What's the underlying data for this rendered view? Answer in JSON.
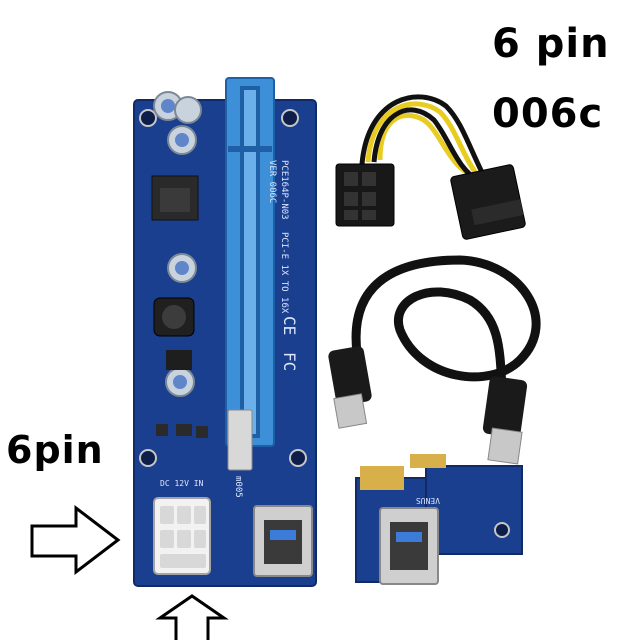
{
  "labels": {
    "top_right_line1": "6 pin",
    "top_right_line2": "006c",
    "left": "6pin"
  },
  "board": {
    "model": "PCE164P-N03",
    "version": "VER 006C",
    "desc": "PCI-E 1X TO 16X",
    "power_label": "DC 12V IN",
    "c1": "CE",
    "c2": "FC",
    "usb3_text": "m005"
  },
  "adapter": {
    "brand": "VENUS"
  },
  "colors": {
    "pcb": "#1b3f8f",
    "slot": "#3d8fd8",
    "cable_yellow": "#e8cc22",
    "cable_black": "#111111",
    "arrow": "#000000"
  }
}
